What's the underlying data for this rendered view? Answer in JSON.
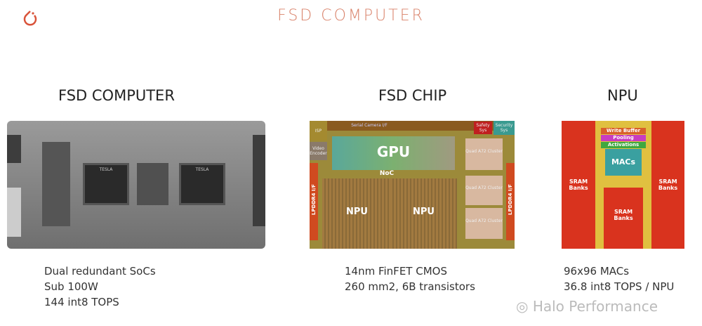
{
  "header": {
    "logo_icon": "pytorch-logo-icon",
    "title": "FSD COMPUTER"
  },
  "columns": [
    {
      "heading": "FSD COMPUTER",
      "lines": [
        "Dual redundant SoCs",
        "Sub 100W",
        "144 int8 TOPS"
      ],
      "image": {
        "soc_labels": [
          "TESLA",
          "TESLA"
        ]
      }
    },
    {
      "heading": "FSD CHIP",
      "lines": [
        "14nm FinFET CMOS",
        "260 mm2, 6B transistors"
      ],
      "image": {
        "labels": {
          "gpu": "GPU",
          "noc": "NoC",
          "npu": "NPU",
          "isp": "ISP",
          "video": "Video Encoder",
          "camera": "Serial Camera I/F",
          "safety": "Safety Sys",
          "security": "Security Sys",
          "cpu": "Quad A72 Cluster",
          "lpddr": "LPDDR4 I/F"
        }
      }
    },
    {
      "heading": "NPU",
      "lines": [
        "96x96 MACs",
        "36.8 int8 TOPS / NPU"
      ],
      "image": {
        "labels": {
          "write_buffer": "Write Buffer",
          "pooling": "Pooling",
          "activations": "Activations",
          "macs": "MACs",
          "sram": "SRAM Banks"
        }
      }
    }
  ],
  "watermark": {
    "text": "Halo Performance",
    "icon": "wechat-icon"
  },
  "colors": {
    "accent": "#d9826a"
  }
}
